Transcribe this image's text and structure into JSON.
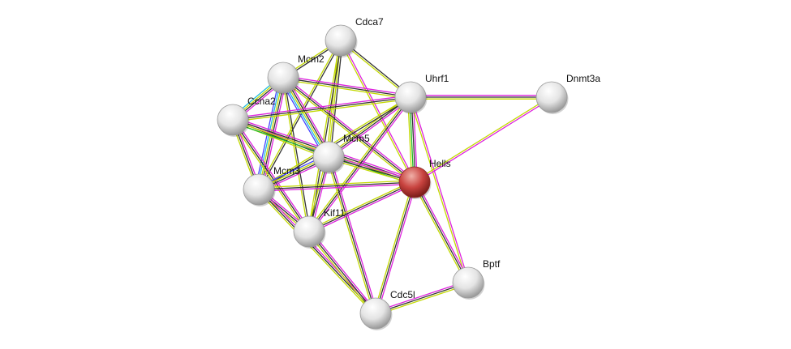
{
  "network": {
    "colors": {
      "magenta": "#dd22dd",
      "black": "#333333",
      "yellow": "#c2d900",
      "cyan": "#22bbdd",
      "blue": "#4444ff",
      "green": "#22bb22"
    },
    "query_node_color": "#c8433f",
    "node_color": "#e6e6e6",
    "nodes": [
      {
        "id": "Cdca7",
        "label": "Cdca7"
      },
      {
        "id": "Mcm2",
        "label": "Mcm2"
      },
      {
        "id": "Uhrf1",
        "label": "Uhrf1"
      },
      {
        "id": "Dnmt3a",
        "label": "Dnmt3a"
      },
      {
        "id": "Ccna2",
        "label": "Ccna2"
      },
      {
        "id": "Mcm5",
        "label": "Mcm5"
      },
      {
        "id": "Hells",
        "label": "Hells",
        "query": true
      },
      {
        "id": "Mcm3",
        "label": "Mcm3"
      },
      {
        "id": "Kif11",
        "label": "Kif11"
      },
      {
        "id": "Bptf",
        "label": "Bptf"
      },
      {
        "id": "Cdc5l",
        "label": "Cdc5l"
      }
    ],
    "edges": [
      {
        "a": "Cdca7",
        "b": "Mcm2",
        "ch": [
          "black",
          "yellow"
        ]
      },
      {
        "a": "Cdca7",
        "b": "Uhrf1",
        "ch": [
          "black",
          "yellow"
        ]
      },
      {
        "a": "Cdca7",
        "b": "Hells",
        "ch": [
          "magenta",
          "yellow"
        ]
      },
      {
        "a": "Cdca7",
        "b": "Mcm5",
        "ch": [
          "black",
          "yellow",
          "yellow"
        ]
      },
      {
        "a": "Cdca7",
        "b": "Mcm3",
        "ch": [
          "black",
          "yellow"
        ]
      },
      {
        "a": "Cdca7",
        "b": "Kif11",
        "ch": [
          "black",
          "yellow"
        ]
      },
      {
        "a": "Mcm2",
        "b": "Ccna2",
        "ch": [
          "magenta",
          "black",
          "yellow",
          "cyan"
        ]
      },
      {
        "a": "Mcm2",
        "b": "Uhrf1",
        "ch": [
          "magenta",
          "black",
          "yellow"
        ]
      },
      {
        "a": "Mcm2",
        "b": "Mcm5",
        "ch": [
          "magenta",
          "black",
          "yellow",
          "cyan",
          "blue"
        ]
      },
      {
        "a": "Mcm2",
        "b": "Mcm3",
        "ch": [
          "magenta",
          "black",
          "yellow",
          "cyan",
          "blue"
        ]
      },
      {
        "a": "Mcm2",
        "b": "Kif11",
        "ch": [
          "black",
          "yellow"
        ]
      },
      {
        "a": "Mcm2",
        "b": "Hells",
        "ch": [
          "magenta",
          "black",
          "yellow"
        ]
      },
      {
        "a": "Ccna2",
        "b": "Uhrf1",
        "ch": [
          "magenta",
          "black",
          "yellow"
        ]
      },
      {
        "a": "Ccna2",
        "b": "Mcm5",
        "ch": [
          "magenta",
          "black",
          "yellow"
        ]
      },
      {
        "a": "Ccna2",
        "b": "Mcm3",
        "ch": [
          "magenta",
          "black",
          "yellow"
        ]
      },
      {
        "a": "Ccna2",
        "b": "Kif11",
        "ch": [
          "magenta",
          "black",
          "yellow"
        ]
      },
      {
        "a": "Ccna2",
        "b": "Hells",
        "ch": [
          "magenta",
          "black",
          "yellow",
          "green"
        ]
      },
      {
        "a": "Uhrf1",
        "b": "Dnmt3a",
        "ch": [
          "magenta",
          "black",
          "yellow"
        ]
      },
      {
        "a": "Uhrf1",
        "b": "Hells",
        "ch": [
          "magenta",
          "black",
          "green",
          "yellow"
        ]
      },
      {
        "a": "Uhrf1",
        "b": "Mcm5",
        "ch": [
          "magenta",
          "black",
          "yellow"
        ]
      },
      {
        "a": "Uhrf1",
        "b": "Mcm3",
        "ch": [
          "black",
          "yellow"
        ]
      },
      {
        "a": "Uhrf1",
        "b": "Kif11",
        "ch": [
          "magenta",
          "black",
          "yellow"
        ]
      },
      {
        "a": "Uhrf1",
        "b": "Bptf",
        "ch": [
          "magenta",
          "yellow"
        ]
      },
      {
        "a": "Dnmt3a",
        "b": "Hells",
        "ch": [
          "magenta",
          "yellow"
        ]
      },
      {
        "a": "Mcm5",
        "b": "Hells",
        "ch": [
          "magenta",
          "black",
          "yellow"
        ]
      },
      {
        "a": "Mcm5",
        "b": "Mcm3",
        "ch": [
          "magenta",
          "black",
          "yellow",
          "blue"
        ]
      },
      {
        "a": "Mcm5",
        "b": "Kif11",
        "ch": [
          "magenta",
          "black",
          "yellow"
        ]
      },
      {
        "a": "Mcm5",
        "b": "Cdc5l",
        "ch": [
          "magenta",
          "black",
          "yellow"
        ]
      },
      {
        "a": "Hells",
        "b": "Mcm3",
        "ch": [
          "magenta",
          "black",
          "yellow"
        ]
      },
      {
        "a": "Hells",
        "b": "Kif11",
        "ch": [
          "magenta",
          "black",
          "yellow"
        ]
      },
      {
        "a": "Hells",
        "b": "Cdc5l",
        "ch": [
          "magenta",
          "black",
          "yellow"
        ]
      },
      {
        "a": "Hells",
        "b": "Bptf",
        "ch": [
          "magenta",
          "black",
          "yellow"
        ]
      },
      {
        "a": "Mcm3",
        "b": "Kif11",
        "ch": [
          "magenta",
          "black",
          "yellow"
        ]
      },
      {
        "a": "Mcm3",
        "b": "Cdc5l",
        "ch": [
          "magenta",
          "black",
          "yellow"
        ]
      },
      {
        "a": "Kif11",
        "b": "Cdc5l",
        "ch": [
          "magenta",
          "black",
          "yellow"
        ]
      },
      {
        "a": "Cdc5l",
        "b": "Bptf",
        "ch": [
          "magenta",
          "black",
          "yellow"
        ]
      }
    ]
  }
}
